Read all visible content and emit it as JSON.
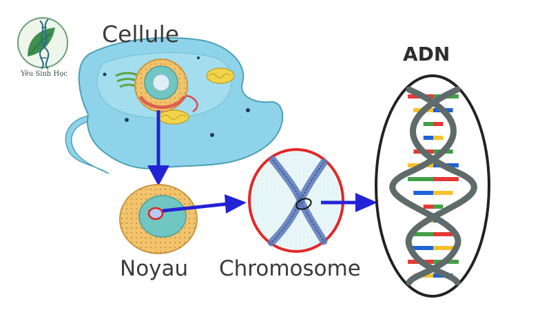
{
  "logo": {
    "text": "Yêu Sinh Học"
  },
  "labels": {
    "cellule": "Cellule",
    "noyau": "Noyau",
    "chromosome": "Chromosome",
    "adn": "ADN"
  },
  "colors": {
    "arrow": "#2323d6",
    "cell_body": "#8fd3ea",
    "nucleus_outer": "#f2c36b",
    "nucleus_inner": "#6fc6c2",
    "chromosome_ring": "#e42626",
    "chromosome_fill": "#e8f6f7",
    "dna_strand": "#5f6b6b",
    "dna_bases": [
      "#e53935",
      "#fbc02d",
      "#43a047",
      "#1e63d6"
    ]
  },
  "icons": [
    "logo-leaf-icon",
    "dna-helix-icon",
    "arrow-right-icon",
    "arrow-down-icon"
  ]
}
